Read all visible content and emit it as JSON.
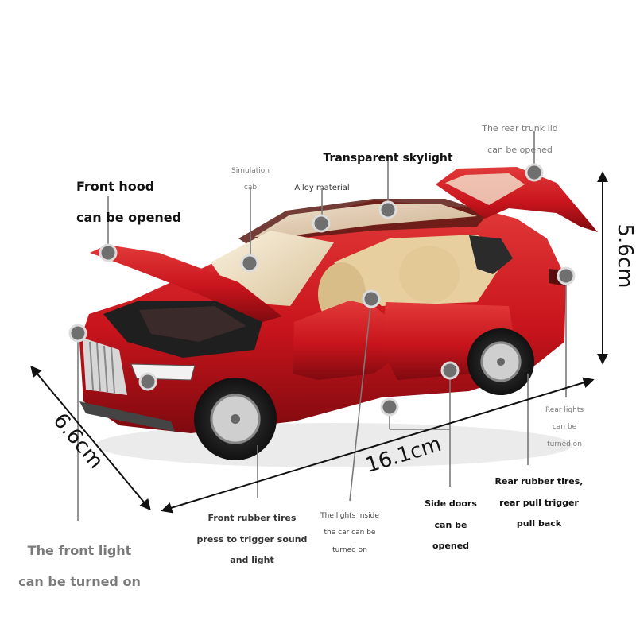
{
  "colors": {
    "car_body": "#c8141c",
    "car_dark": "#8c0a10",
    "interior": "#e7cfa0",
    "marker": "#6f6f6f",
    "line": "#777777"
  },
  "labels": {
    "front_hood": [
      "Front hood",
      "can be opened"
    ],
    "simulation_cab": [
      "Simulation",
      "cab"
    ],
    "alloy_material": "Alloy material",
    "transparent_skylight": "Transparent skylight",
    "rear_trunk": [
      "The rear trunk lid",
      "can be opened"
    ],
    "rear_lights": [
      "Rear lights",
      "can be",
      "turned on"
    ],
    "rear_tires": [
      "Rear rubber tires,",
      "rear pull trigger",
      "pull back"
    ],
    "side_doors": [
      "Side doors",
      "can be",
      "opened"
    ],
    "interior_lights": [
      "The lights inside",
      "the car can be",
      "turned on"
    ],
    "front_tires": [
      "Front rubber tires",
      "press to trigger sound",
      "and light"
    ],
    "front_light": [
      "The front light",
      "can be turned on"
    ]
  },
  "dimensions": {
    "width": "6.6cm",
    "length": "16.1cm",
    "height": "5.6cm"
  }
}
